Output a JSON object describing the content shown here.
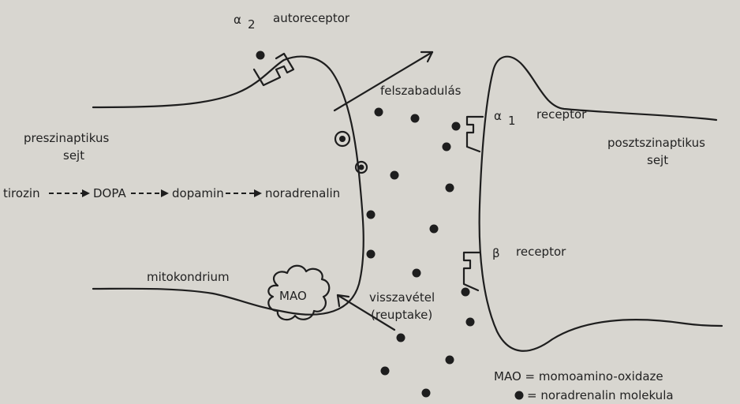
{
  "labels": {
    "alpha2_symbol": "α",
    "alpha2_sub": "2",
    "alpha2_text": "autoreceptor",
    "release": "felszabadulás",
    "alpha1_symbol": "α",
    "alpha1_sub": "1",
    "alpha1_text": "receptor",
    "beta_symbol": "β",
    "beta_text": "receptor",
    "presynaptic_line1": "preszinaptikus",
    "presynaptic_line2": "sejt",
    "postsynaptic_line1": "posztszinaptikus",
    "postsynaptic_line2": "sejt",
    "pathway_tyrosine": "tirozin",
    "pathway_dopa": "DOPA",
    "pathway_dopamine": "dopamin",
    "pathway_noradrenalin": "noradrenalin",
    "mitochondrium": "mitokondrium",
    "mao": "MAO",
    "reuptake_line1": "visszavétel",
    "reuptake_line2": "(reuptake)",
    "legend_mao": "MAO = momoamino-oxidaze",
    "legend_dot": "= noradrenalin molekula"
  },
  "colors": {
    "ink": "#1e1e1e",
    "paper": "#d8d6d0"
  }
}
